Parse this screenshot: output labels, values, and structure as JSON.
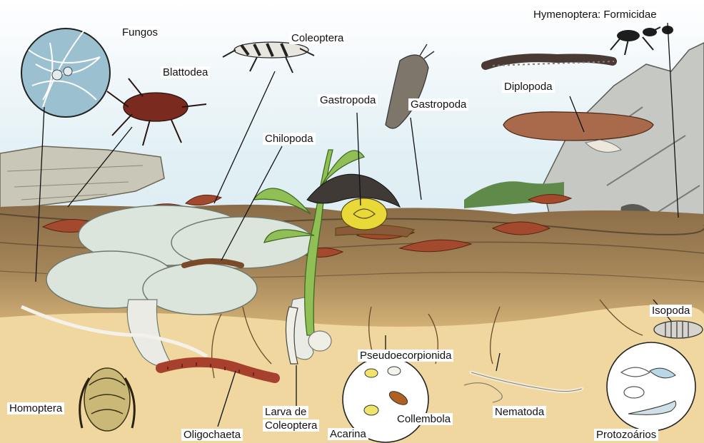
{
  "labels": {
    "fungos": "Fungos",
    "blattodea": "Blattodea",
    "coleoptera": "Coleoptera",
    "gastropoda_1": "Gastropoda",
    "gastropoda_2": "Gastropoda",
    "hymenoptera": "Hymenoptera: Formicidae",
    "diplopoda": "Diplopoda",
    "chilopoda": "Chilopoda",
    "isopoda": "Isopoda",
    "pseudoescorpionida": "Pseudoecorpionida",
    "homoptera": "Homoptera",
    "oligochaeta": "Oligochaeta",
    "larva_coleoptera_line1": "Larva de",
    "larva_coleoptera_line2": "Coleoptera",
    "acarina": "Acarina",
    "collembola": "Collembola",
    "nematoda": "Nematoda",
    "protozoarios": "Protozoários"
  },
  "colors": {
    "sky": "#d9ecf3",
    "soil_surface": "#7a5e3e",
    "leaf_litter": "#a2492e",
    "sand": "#f2d9a2",
    "fungus_cap": "#dfe8dc",
    "earthworm": "#a8402e"
  }
}
